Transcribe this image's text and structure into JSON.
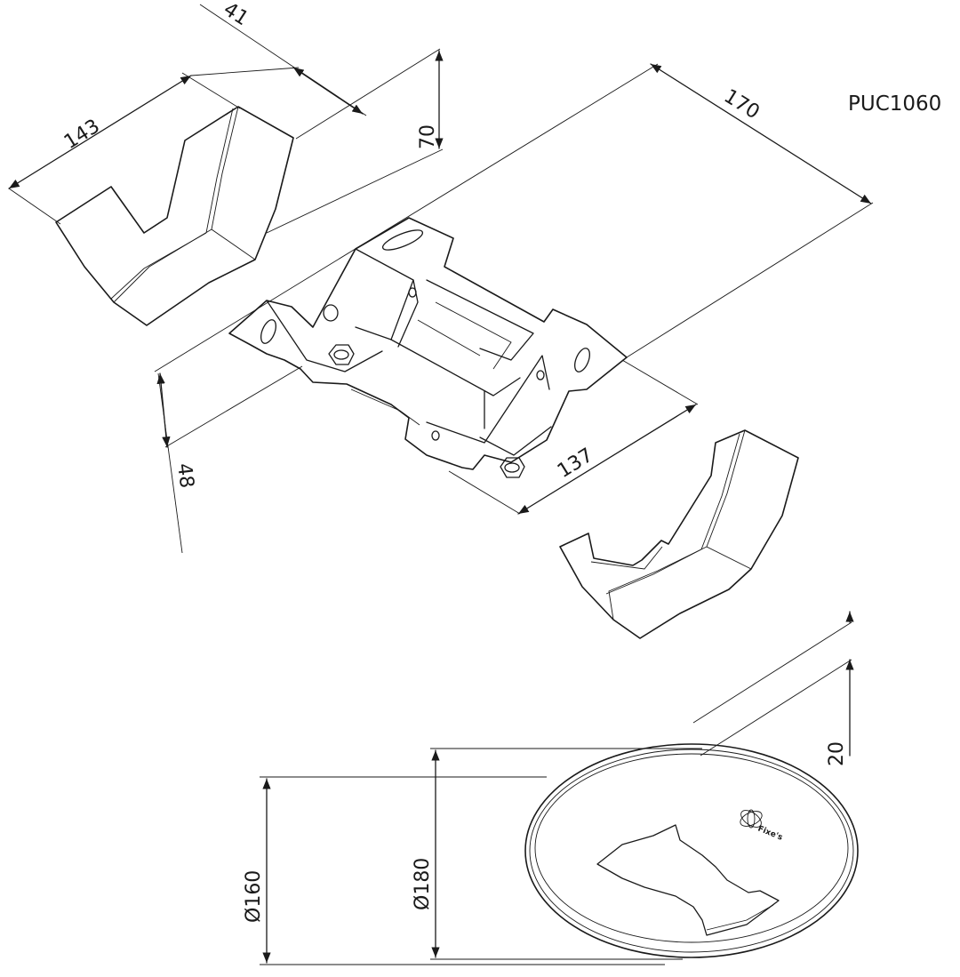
{
  "model_code": "PUC1060",
  "dimensions": {
    "d41": "41",
    "d143": "143",
    "d70": "70",
    "d170": "170",
    "d48": "48",
    "d137": "137",
    "d20": "20",
    "d160": "Ø160",
    "d180": "Ø180"
  },
  "logo_text": "Fixe's"
}
